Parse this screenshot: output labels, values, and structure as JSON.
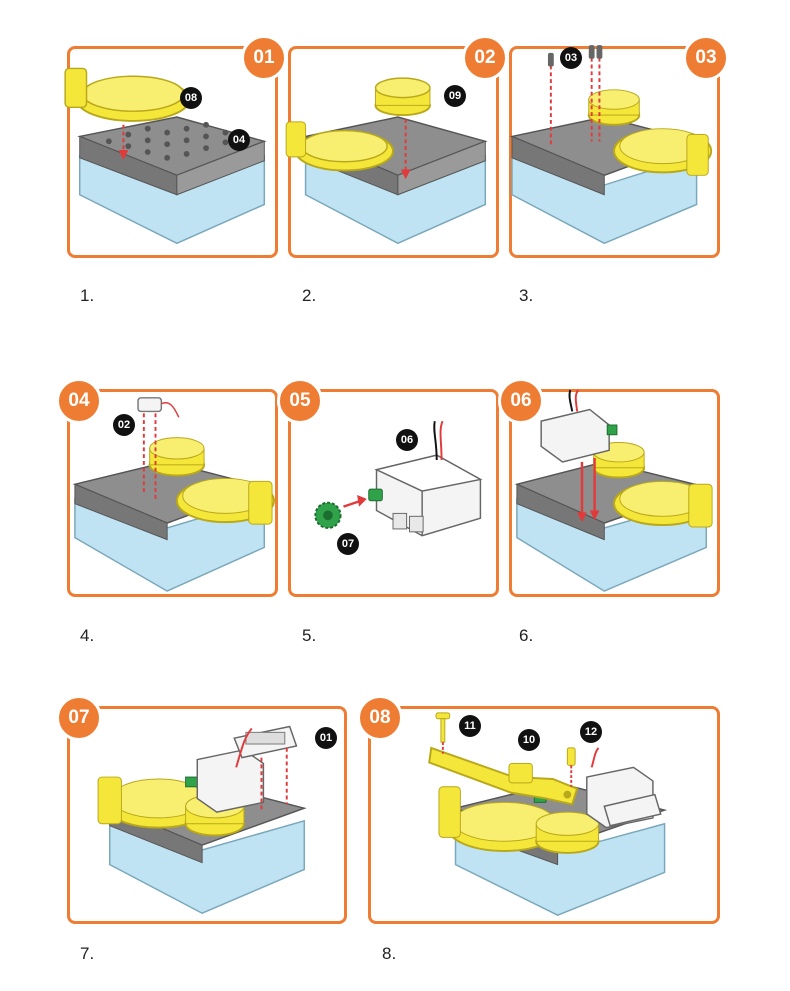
{
  "palette": {
    "accent": "#ee7d33",
    "gear_yellow": "#f5e63a",
    "gear_outline": "#b8a81a",
    "tray_gray": "#8e8e8e",
    "tray_top": "#6f6f6f",
    "base_blue": "#bfe3f2",
    "arrow_red": "#e23a3a",
    "gear_green": "#2fa24a",
    "motor_white": "#f4f4f4"
  },
  "panels": [
    {
      "badge": "01",
      "step": "1.",
      "tags": [
        "08",
        "04"
      ]
    },
    {
      "badge": "02",
      "step": "2.",
      "tags": [
        "09"
      ]
    },
    {
      "badge": "03",
      "step": "3.",
      "tags": [
        "03"
      ]
    },
    {
      "badge": "04",
      "step": "4.",
      "tags": [
        "02"
      ]
    },
    {
      "badge": "05",
      "step": "5.",
      "tags": [
        "06",
        "07"
      ]
    },
    {
      "badge": "06",
      "step": "6.",
      "tags": []
    },
    {
      "badge": "07",
      "step": "7.",
      "tags": [
        "01"
      ]
    },
    {
      "badge": "08",
      "step": "8.",
      "tags": [
        "11",
        "10",
        "12"
      ]
    }
  ]
}
